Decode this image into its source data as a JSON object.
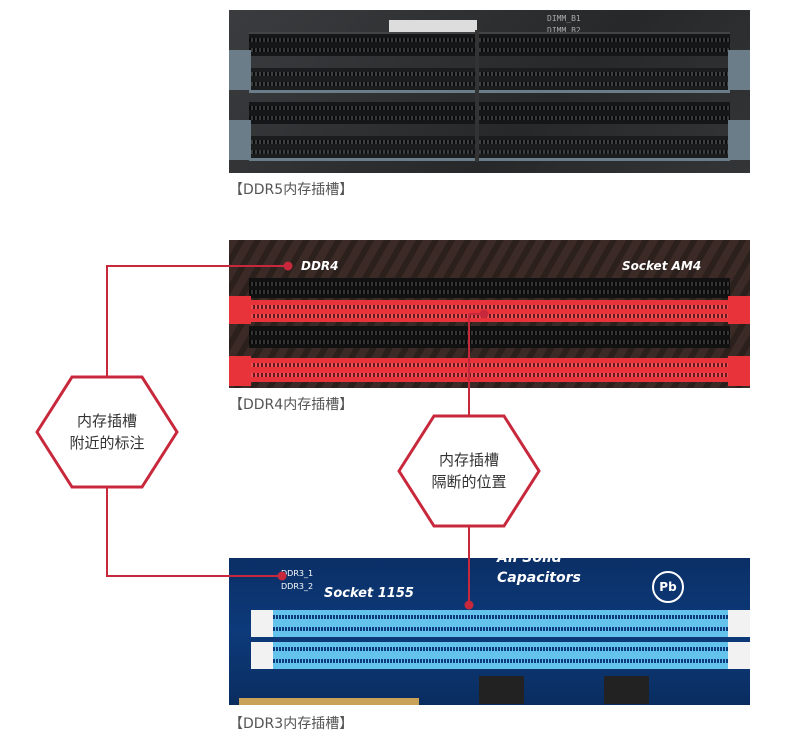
{
  "colors": {
    "accent": "#c8283c",
    "ddr5_board": "#2a2c2e",
    "ddr4_slot_red": "#e8333a",
    "ddr3_board": "#0d3a7a",
    "ddr3_slot": "#63c3ec"
  },
  "ddr5": {
    "caption": "【DDR5内存插槽】",
    "silk_labels": [
      "DIMM_B1",
      "DIMM_B2"
    ]
  },
  "ddr4": {
    "caption": "【DDR4内存插槽】",
    "silk_labels": [
      "DDR4",
      "Socket AM4"
    ]
  },
  "ddr3": {
    "caption": "【DDR3内存插槽】",
    "silk_labels": [
      "DDR3_1",
      "DDR3_2",
      "Socket 1155",
      "All Solid",
      "Capacitors",
      "Pb"
    ]
  },
  "callouts": [
    {
      "line1": "内存插槽",
      "line2": "附近的标注"
    },
    {
      "line1": "内存插槽",
      "line2": "隔断的位置"
    }
  ]
}
